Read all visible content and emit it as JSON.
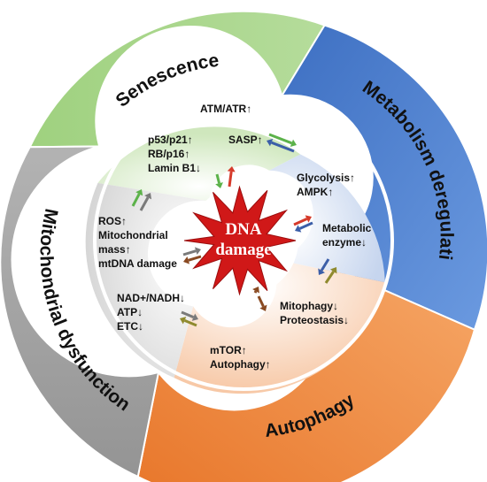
{
  "center": {
    "line1": "DNA",
    "line2": "damage"
  },
  "outer_labels": {
    "senescence": "Senescence",
    "metabolism": "Metabolism deregulation",
    "autophagy": "Autophagy",
    "mitochondrial": "Mitochondrial dysfunction"
  },
  "inner_labels": {
    "senescence": [
      "ATM/ATR↑",
      "p53/p21↑",
      "RB/p16↑",
      "Lamin B1↓",
      "SASP↑"
    ],
    "metabolism": [
      "Glycolysis↑",
      "AMPK↑",
      "Metabolic",
      "enzyme↓"
    ],
    "autophagy": [
      "Mitophagy↓",
      "Proteostasis↓",
      "mTOR↑",
      "Autophagy↑"
    ],
    "mitochondrial": [
      "ROS↑",
      "Mitochondrial",
      "mass↑",
      "mtDNA damage",
      "NAD+/NADH↓",
      "ATP↓",
      "ETC↓"
    ]
  },
  "colors": {
    "senescence_outer": "#a6d58c",
    "senescence_inner": "#e3f0d6",
    "metabolism_outer": "#4a7fd0",
    "metabolism_inner": "#dde6f5",
    "autophagy_outer": "#f0883d",
    "autophagy_inner": "#fbdcc7",
    "mitochondrial_outer": "#a3a3a3",
    "mitochondrial_inner": "#ececec",
    "star": "#d01818",
    "arrow_red": "#d63a2a",
    "arrow_green": "#5cb24a",
    "arrow_blue": "#3b5ea8",
    "arrow_gray": "#7a7a7a",
    "arrow_brown": "#8a4a22",
    "arrow_olive": "#8f8a2e"
  }
}
